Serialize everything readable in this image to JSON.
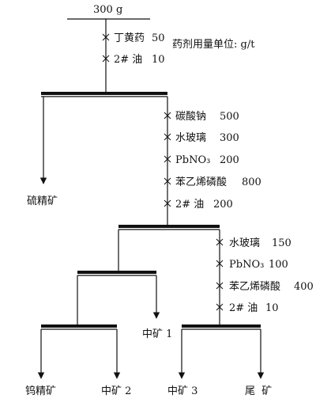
{
  "feed": "300 g",
  "unit_note": "药剂用量单位: g/t",
  "stage1_reagents": [
    {
      "name": "丁黄药",
      "dose": "50"
    },
    {
      "name": "2# 油",
      "dose": "10"
    }
  ],
  "stage2_reagents": [
    {
      "name": "碳酸钠",
      "dose": "500"
    },
    {
      "name": "水玻璃",
      "dose": "300"
    },
    {
      "name": "PbNO₃",
      "dose": "200"
    },
    {
      "name": "苯乙烯磷酸",
      "dose": "800"
    },
    {
      "name": "2# 油",
      "dose": "200"
    }
  ],
  "stage3_reagents": [
    {
      "name": "水玻璃",
      "dose": "150"
    },
    {
      "name": "PbNO₃",
      "dose": "100"
    },
    {
      "name": "苯乙烯磷酸",
      "dose": "400"
    },
    {
      "name": "2# 油",
      "dose": "10"
    }
  ],
  "products": {
    "sulfur_concentrate": "硫精矿",
    "middling1": "中矿 1",
    "tungsten_concentrate": "钨精矿",
    "middling2": "中矿 2",
    "middling3": "中矿 3",
    "tailings": "尾  矿"
  }
}
